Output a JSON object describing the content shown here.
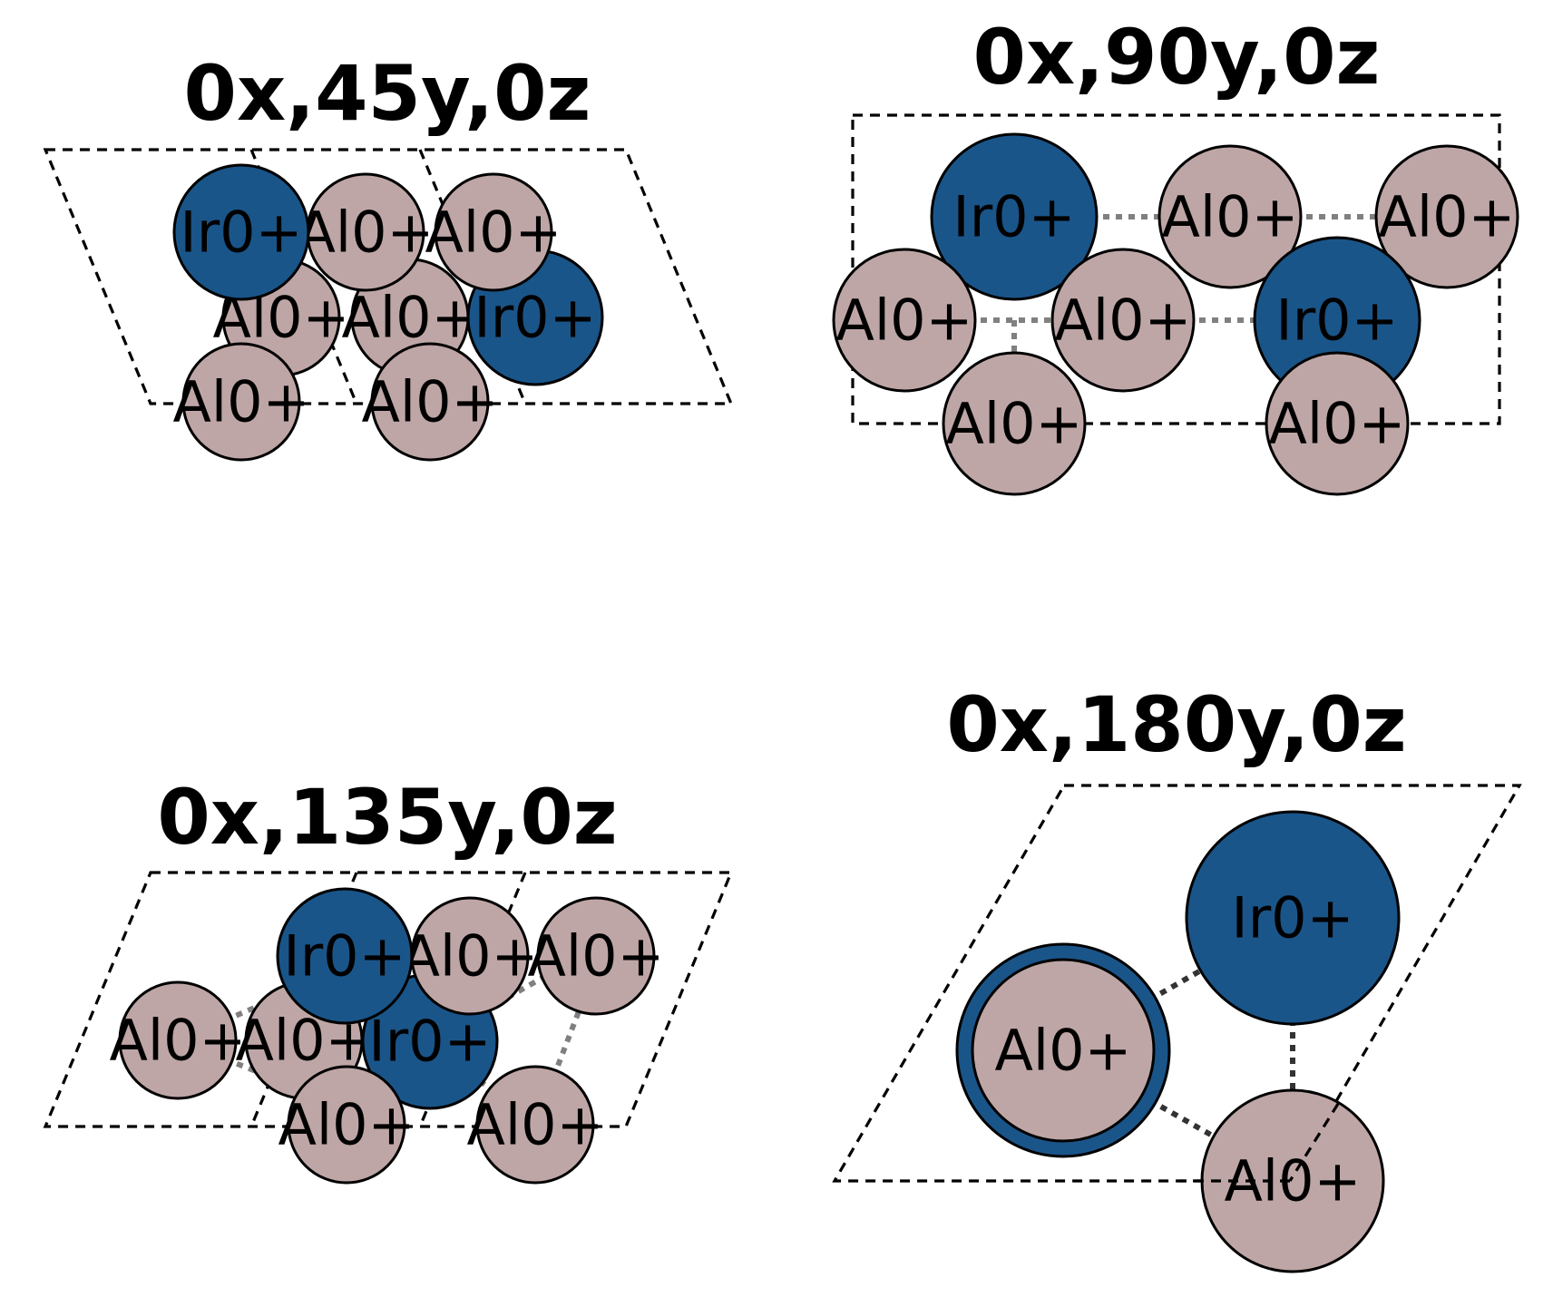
{
  "colors": {
    "Ir": "#1a5589",
    "Al": "#bfa6a6"
  },
  "panels": [
    {
      "id": "p45",
      "title": "0x,45y,0z",
      "atoms": [
        {
          "el": "Al",
          "label": "Al0+"
        },
        {
          "el": "Al",
          "label": "Al0+"
        },
        {
          "el": "Ir",
          "label": "Ir0+"
        },
        {
          "el": "Al",
          "label": "Al0+"
        },
        {
          "el": "Al",
          "label": "Al0+"
        },
        {
          "el": "Ir",
          "label": "Ir0+"
        },
        {
          "el": "Al",
          "label": "Al0+"
        },
        {
          "el": "Al",
          "label": "Al0+"
        }
      ]
    },
    {
      "id": "p90",
      "title": "0x,90y,0z",
      "atoms": [
        {
          "el": "Ir",
          "label": "Ir0+"
        },
        {
          "el": "Al",
          "label": "Al0+"
        },
        {
          "el": "Al",
          "label": "Al0+"
        },
        {
          "el": "Al",
          "label": "Al0+"
        },
        {
          "el": "Al",
          "label": "Al0+"
        },
        {
          "el": "Ir",
          "label": "Ir0+"
        },
        {
          "el": "Al",
          "label": "Al0+"
        },
        {
          "el": "Al",
          "label": "Al0+"
        }
      ]
    },
    {
      "id": "p135",
      "title": "0x,135y,0z",
      "atoms": [
        {
          "el": "Al",
          "label": "Al0+"
        },
        {
          "el": "Al",
          "label": "Al0+"
        },
        {
          "el": "Ir",
          "label": "Ir0+"
        },
        {
          "el": "Al",
          "label": "Al0+"
        },
        {
          "el": "Al",
          "label": "Al0+"
        },
        {
          "el": "Ir",
          "label": "Ir0+"
        },
        {
          "el": "Al",
          "label": "Al0+"
        },
        {
          "el": "Al",
          "label": "Al0+"
        }
      ]
    },
    {
      "id": "p180",
      "title": "0x,180y,0z",
      "atoms": [
        {
          "el": "Ir",
          "label": ""
        },
        {
          "el": "Al",
          "label": "Al0+"
        },
        {
          "el": "Ir",
          "label": "Ir0+"
        },
        {
          "el": "Al",
          "label": "Al0+"
        }
      ]
    }
  ]
}
